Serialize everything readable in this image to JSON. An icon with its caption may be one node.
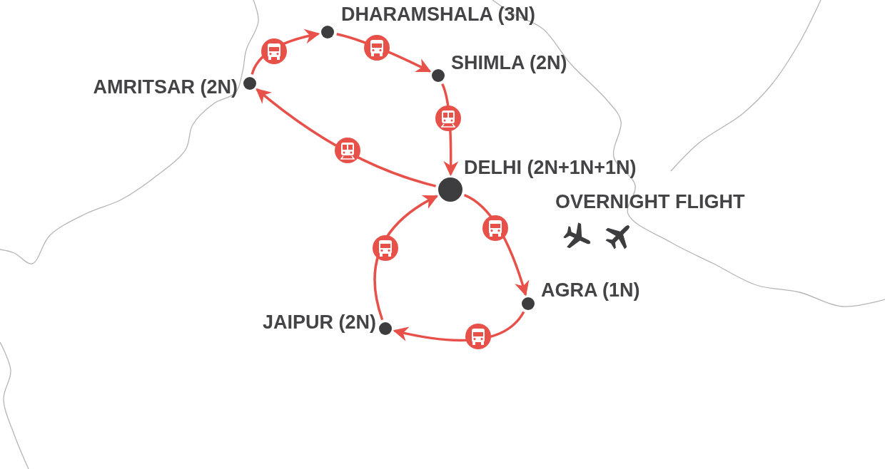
{
  "diagram": {
    "nodes": [
      {
        "text": [],
        "shape": "circle",
        "beside": [
          "AMRITSAR (2N)"
        ]
      },
      {
        "text": [],
        "shape": "circle",
        "beside": [
          "DHARAMSHALA (3N)"
        ]
      },
      {
        "text": [],
        "shape": "circle",
        "beside": [
          "SHIMLA (2N)"
        ]
      },
      {
        "text": [],
        "shape": "circle",
        "beside": [
          "DELHI (2N+1N+1N)"
        ]
      },
      {
        "text": [],
        "shape": "circle",
        "beside": [
          "AGRA (1N)"
        ]
      },
      {
        "text": [],
        "shape": "circle",
        "beside": [
          "JAIPUR (2N)"
        ]
      }
    ],
    "edges": [
      {
        "from": 0,
        "to": 1,
        "arrow": "to"
      },
      {
        "from": 1,
        "to": 2,
        "arrow": "to"
      },
      {
        "from": 2,
        "to": 3,
        "arrow": "to"
      },
      {
        "from": 3,
        "to": 0,
        "arrow": "to"
      },
      {
        "from": 3,
        "to": 4,
        "arrow": "to"
      },
      {
        "from": 4,
        "to": 5,
        "arrow": "to"
      },
      {
        "from": 5,
        "to": 3,
        "arrow": "to"
      }
    ],
    "labels": [
      "OVERNIGHT FLIGHT"
    ]
  }
}
